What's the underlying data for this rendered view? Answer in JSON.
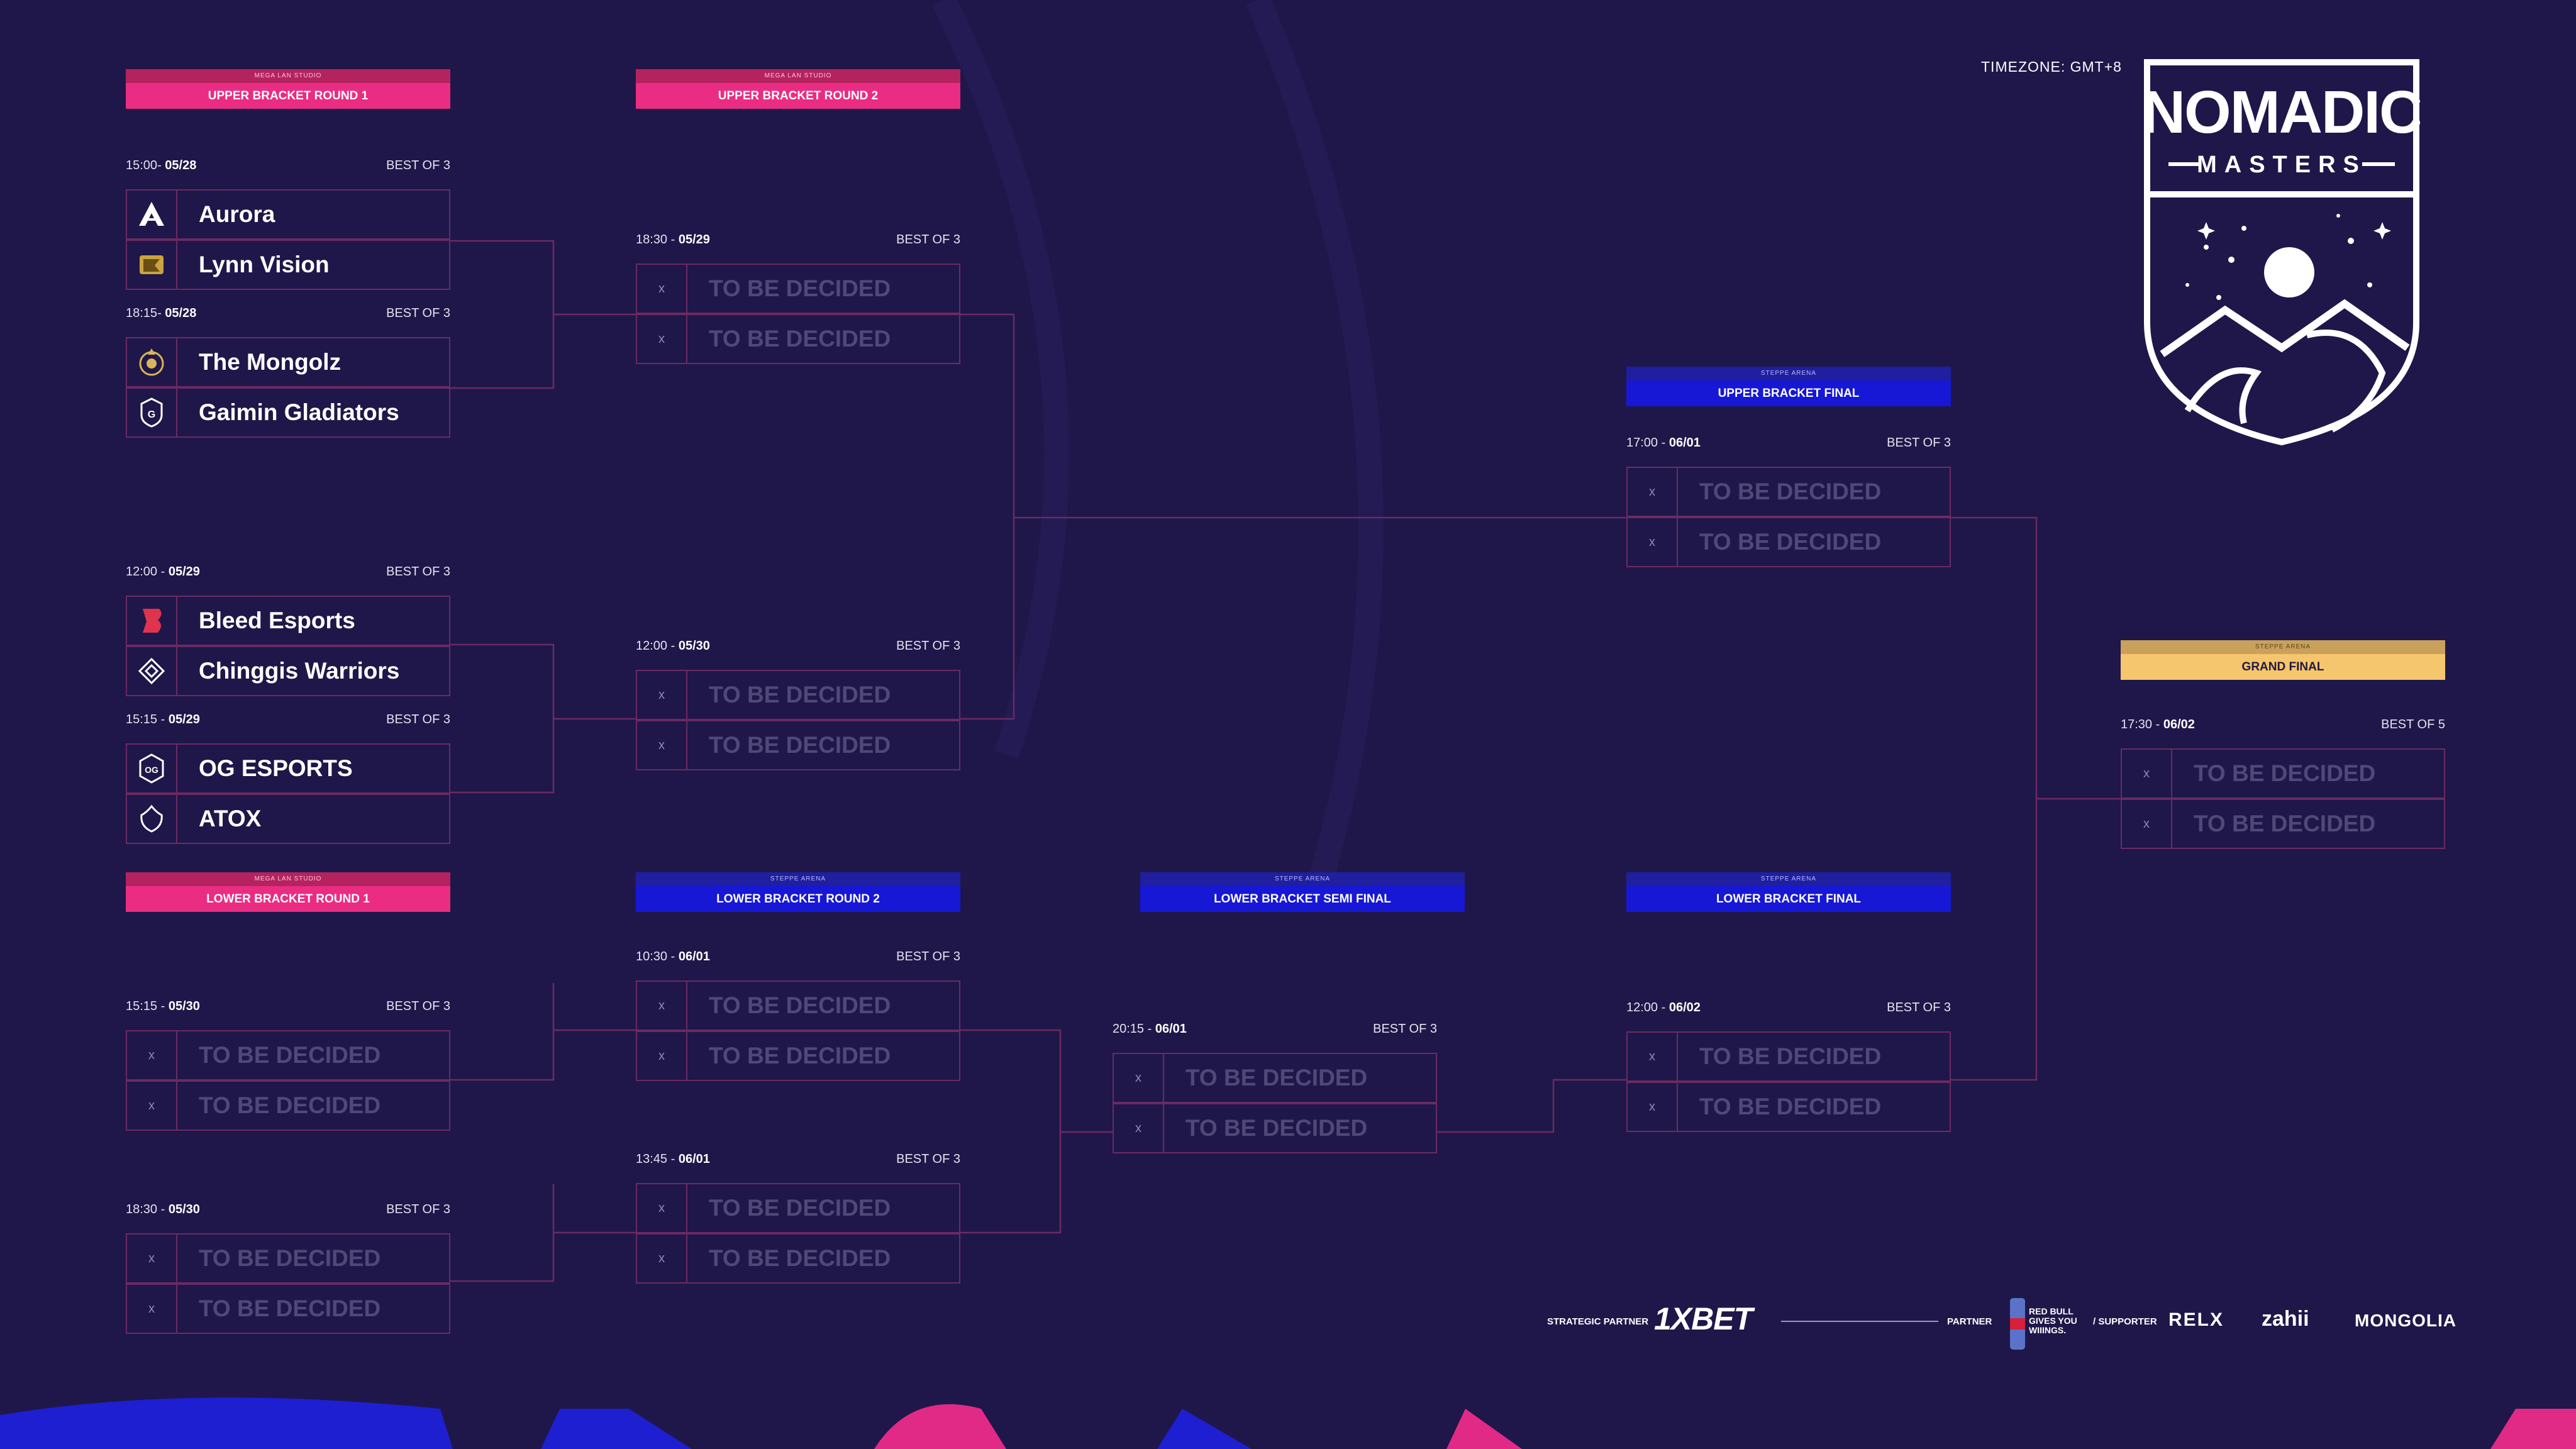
{
  "timezone": "TIMEZONE: GMT+8",
  "tournament_logo": {
    "line1": "NOMADIC",
    "line2": "MASTERS"
  },
  "rounds": {
    "ubr1": {
      "venue": "MEGA LAN STUDIO",
      "title": "UPPER BRACKET ROUND 1"
    },
    "ubr2": {
      "venue": "MEGA LAN STUDIO",
      "title": "UPPER BRACKET ROUND 2"
    },
    "ubf": {
      "venue": "STEPPE ARENA",
      "title": "UPPER BRACKET FINAL"
    },
    "gf": {
      "venue": "STEPPE ARENA",
      "title": "GRAND FINAL"
    },
    "lbr1": {
      "venue": "MEGA LAN STUDIO",
      "title": "LOWER BRACKET ROUND 1"
    },
    "lbr2": {
      "venue": "STEPPE ARENA",
      "title": "LOWER BRACKET ROUND 2"
    },
    "lbsf": {
      "venue": "STEPPE ARENA",
      "title": "LOWER BRACKET SEMI FINAL"
    },
    "lbf": {
      "venue": "STEPPE ARENA",
      "title": "LOWER BRACKET FINAL"
    }
  },
  "matches": {
    "ubr1_m1": {
      "time": "15:00",
      "date": "05/28",
      "bo": "BEST OF 3",
      "team1": "Aurora",
      "team2": "Lynn Vision"
    },
    "ubr1_m2": {
      "time": "18:15",
      "date": "05/28",
      "bo": "BEST OF 3",
      "team1": "The Mongolz",
      "team2": "Gaimin Gladiators"
    },
    "ubr1_m3": {
      "time": "12:00",
      "date": "05/29",
      "bo": "BEST OF 3",
      "team1": "Bleed Esports",
      "team2": "Chinggis Warriors"
    },
    "ubr1_m4": {
      "time": "15:15",
      "date": "05/29",
      "bo": "BEST OF 3",
      "team1": "OG ESPORTS",
      "team2": "ATOX"
    },
    "ubr2_m1": {
      "time": "18:30",
      "date": "05/29",
      "bo": "BEST OF 3",
      "team1": "TO BE DECIDED",
      "team2": "TO BE DECIDED"
    },
    "ubr2_m2": {
      "time": "12:00",
      "date": "05/30",
      "bo": "BEST OF 3",
      "team1": "TO BE DECIDED",
      "team2": "TO BE DECIDED"
    },
    "ubf_m1": {
      "time": "17:00",
      "date": "06/01",
      "bo": "BEST OF 3",
      "team1": "TO BE DECIDED",
      "team2": "TO BE DECIDED"
    },
    "gf_m1": {
      "time": "17:30",
      "date": "06/02",
      "bo": "BEST OF 5",
      "team1": "TO BE DECIDED",
      "team2": "TO BE DECIDED"
    },
    "lbr1_m1": {
      "time": "15:15",
      "date": "05/30",
      "bo": "BEST OF 3",
      "team1": "TO BE DECIDED",
      "team2": "TO BE DECIDED"
    },
    "lbr1_m2": {
      "time": "18:30",
      "date": "05/30",
      "bo": "BEST OF 3",
      "team1": "TO BE DECIDED",
      "team2": "TO BE DECIDED"
    },
    "lbr2_m1": {
      "time": "10:30",
      "date": "06/01",
      "bo": "BEST OF 3",
      "team1": "TO BE DECIDED",
      "team2": "TO BE DECIDED"
    },
    "lbr2_m2": {
      "time": "13:45",
      "date": "06/01",
      "bo": "BEST OF 3",
      "team1": "TO BE DECIDED",
      "team2": "TO BE DECIDED"
    },
    "lbsf_m1": {
      "time": "20:15",
      "date": "06/01",
      "bo": "BEST OF 3",
      "team1": "TO BE DECIDED",
      "team2": "TO BE DECIDED"
    },
    "lbf_m1": {
      "time": "12:00",
      "date": "06/02",
      "bo": "BEST OF 3",
      "team1": "TO BE DECIDED",
      "team2": "TO BE DECIDED"
    }
  },
  "placeholder_mark": "x",
  "sponsors": {
    "strategic_label": "STRATEGIC PARTNER",
    "strategic_name": "1XBET",
    "partner_label": "PARTNER",
    "redbull": "RED BULL GIVES YOU WIIINGS.",
    "supporter_label": "/ SUPPORTER",
    "relx": "RELX",
    "zahii": "zahii",
    "mongolia": "MONGOLIA"
  },
  "colors": {
    "background": "#1f1749",
    "accent_pink": "#ea2c82",
    "accent_blue": "#1717d6",
    "accent_gold": "#f5c66e",
    "bracket_line": "#6b2a63"
  }
}
